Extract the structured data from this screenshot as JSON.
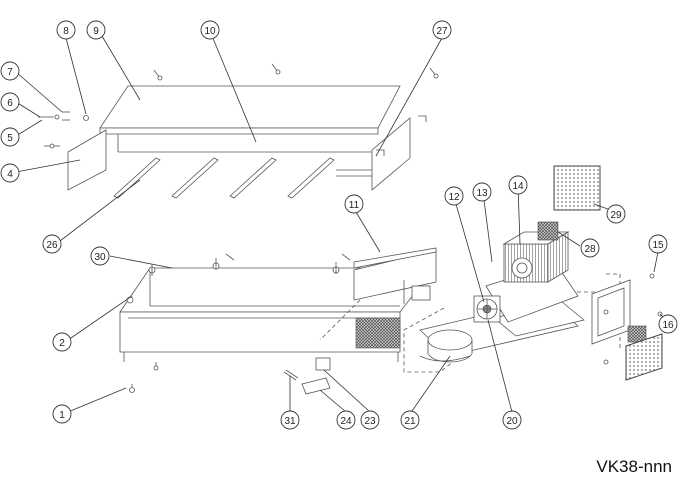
{
  "model_code": "VK38-nnn",
  "callouts": [
    {
      "id": "c1",
      "label": "1"
    },
    {
      "id": "c2",
      "label": "2"
    },
    {
      "id": "c4",
      "label": "4"
    },
    {
      "id": "c5",
      "label": "5"
    },
    {
      "id": "c6",
      "label": "6"
    },
    {
      "id": "c7",
      "label": "7"
    },
    {
      "id": "c8",
      "label": "8"
    },
    {
      "id": "c9",
      "label": "9"
    },
    {
      "id": "c10",
      "label": "10"
    },
    {
      "id": "c11",
      "label": "11"
    },
    {
      "id": "c12",
      "label": "12"
    },
    {
      "id": "c13",
      "label": "13"
    },
    {
      "id": "c14",
      "label": "14"
    },
    {
      "id": "c15",
      "label": "15"
    },
    {
      "id": "c16",
      "label": "16"
    },
    {
      "id": "c20",
      "label": "20"
    },
    {
      "id": "c21",
      "label": "21"
    },
    {
      "id": "c23",
      "label": "23"
    },
    {
      "id": "c24",
      "label": "24"
    },
    {
      "id": "c26",
      "label": "26"
    },
    {
      "id": "c27",
      "label": "27"
    },
    {
      "id": "c28",
      "label": "28"
    },
    {
      "id": "c29",
      "label": "29"
    },
    {
      "id": "c30",
      "label": "30"
    },
    {
      "id": "c31",
      "label": "31"
    }
  ]
}
